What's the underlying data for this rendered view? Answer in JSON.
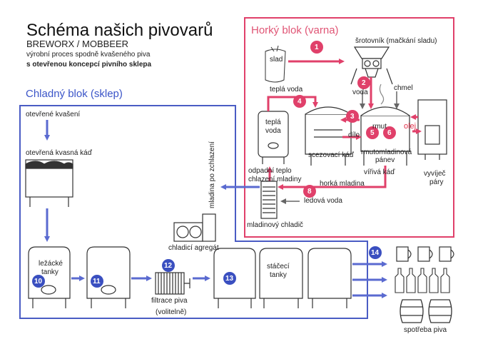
{
  "title": "Schéma našich pivovarů",
  "subtitle": "BREWORX / MOBBEER",
  "description": "výrobní proces spodně kvašeného piva",
  "description_bold": "s otevřenou koncepcí pivního sklepa",
  "hot_block": {
    "title": "Horký blok (varna)",
    "labels": {
      "slad": "slad",
      "srotovnik": "šrotovník (mačkání sladu)",
      "voda": "voda",
      "chmel": "chmel",
      "tepla_voda_top": "teplá voda",
      "tepla_voda_tank_1": "teplá",
      "tepla_voda_tank_2": "voda",
      "rmut": "rmut",
      "dilo": "dílo",
      "olej": "olej",
      "scezovaci_kad": "scezovací káď",
      "rmutomladinova_1": "rmutomladinová",
      "rmutomladinova_2": "pánev",
      "virivá_kad": "vířivá káď",
      "vyvijec_1": "vyvíječ",
      "vyvijec_2": "páry",
      "odpadni_teplo_1": "odpadní teplo",
      "odpadni_teplo_2": "chlazení mladiny",
      "horka_mladina": "horká mladina",
      "ledova_voda": "ledová voda",
      "mladinovy_chladic": "mladinový chladič"
    },
    "steps": [
      "1",
      "2",
      "3",
      "4",
      "5",
      "6",
      "8"
    ]
  },
  "cold_block": {
    "title": "Chladný blok (sklep)",
    "labels": {
      "otevrene_kvaseni": "otevřené kvašení",
      "otevrena_kad": "otevřená kvasná káď",
      "mladina_po_zchlazeni": "mladina po zchlazení",
      "chladici_agregat": "chladicí agregát",
      "lezacke_1": "ležácké",
      "lezacke_2": "tanky",
      "filtrace_1": "filtrace piva",
      "filtrace_2": "(volitelně)",
      "stacici_1": "stáčecí",
      "stacici_2": "tanky",
      "spotreba": "spotřeba piva"
    },
    "steps": [
      "10",
      "11",
      "12",
      "13",
      "14"
    ]
  },
  "colors": {
    "hot": "#e0406a",
    "cold": "#4a5cc4",
    "step_red": "#e0406a",
    "step_blue": "#3a4fc0"
  }
}
